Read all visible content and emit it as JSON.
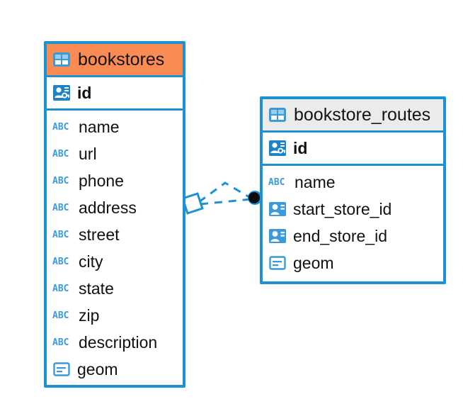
{
  "diagram": {
    "type": "entity-relationship-diagram",
    "background": "#ffffff",
    "colors": {
      "border_blue": "#1c92d2",
      "header_selected": "#fa8b53",
      "header_normal": "#ebebeb",
      "icon_blue": "#3b9ad9",
      "text": "#111111",
      "connector": "#1c92d2",
      "connector_endpoint": "#0d0d0d"
    },
    "entities": [
      {
        "name": "bookstores",
        "header_state": "selected",
        "table_icon": "table-icon",
        "primary_key": {
          "label": "id",
          "icon": "primary-key-icon"
        },
        "fields": [
          {
            "label": "name",
            "icon": "abc-type-icon",
            "icon_text": "ABC"
          },
          {
            "label": "url",
            "icon": "abc-type-icon",
            "icon_text": "ABC"
          },
          {
            "label": "phone",
            "icon": "abc-type-icon",
            "icon_text": "ABC"
          },
          {
            "label": "address",
            "icon": "abc-type-icon",
            "icon_text": "ABC"
          },
          {
            "label": "street",
            "icon": "abc-type-icon",
            "icon_text": "ABC"
          },
          {
            "label": "city",
            "icon": "abc-type-icon",
            "icon_text": "ABC"
          },
          {
            "label": "state",
            "icon": "abc-type-icon",
            "icon_text": "ABC"
          },
          {
            "label": "zip",
            "icon": "abc-type-icon",
            "icon_text": "ABC"
          },
          {
            "label": "description",
            "icon": "abc-type-icon",
            "icon_text": "ABC"
          },
          {
            "label": "geom",
            "icon": "geometry-type-icon",
            "icon_text": ""
          }
        ]
      },
      {
        "name": "bookstore_routes",
        "header_state": "normal",
        "table_icon": "table-icon",
        "primary_key": {
          "label": "id",
          "icon": "primary-key-icon"
        },
        "fields": [
          {
            "label": "name",
            "icon": "abc-type-icon",
            "icon_text": "ABC"
          },
          {
            "label": "start_store_id",
            "icon": "foreign-key-icon",
            "icon_text": ""
          },
          {
            "label": "end_store_id",
            "icon": "foreign-key-icon",
            "icon_text": ""
          },
          {
            "label": "geom",
            "icon": "geometry-type-icon",
            "icon_text": ""
          }
        ]
      }
    ],
    "relationship": {
      "from_entity": "bookstores",
      "to_entity": "bookstore_routes",
      "line_style": "dashed",
      "source_endpoint": "diamond",
      "target_endpoint": "filled-circle"
    }
  }
}
